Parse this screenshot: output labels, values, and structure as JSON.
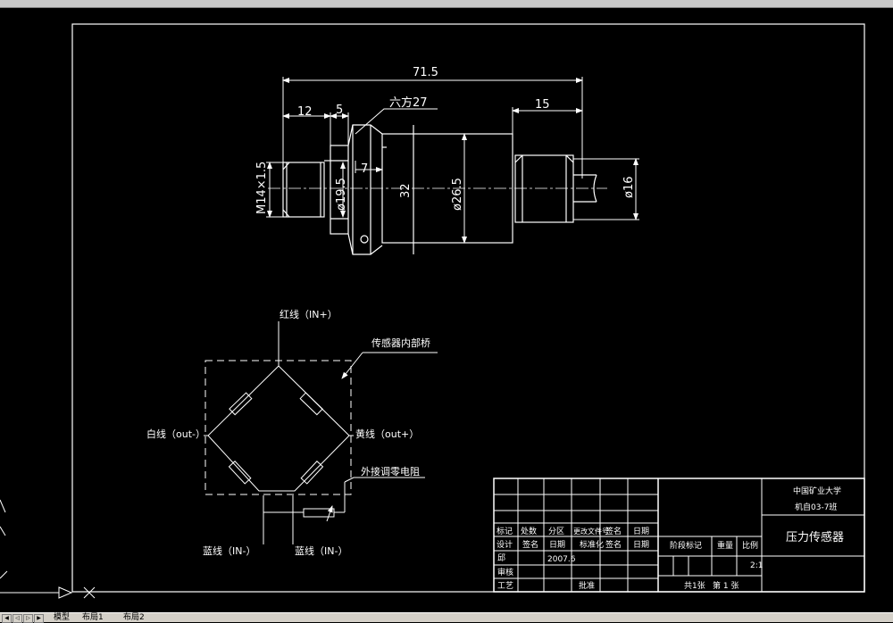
{
  "dimensions": {
    "overall": "71.5",
    "thread_len": "12",
    "hex_len": "5",
    "hex_label": "六方27",
    "right_len": "15",
    "thread_spec": "M14×1.5",
    "dia_19": "ø19.5",
    "seven": "7",
    "body_h": "32",
    "dia_26": "ø26.5",
    "dia_16": "ø16"
  },
  "bridge": {
    "red": "红线（IN+）",
    "inner": "传感器内部桥",
    "white": "白线（out-）",
    "yellow": "黄线（out+）",
    "external": "外接调零电阻",
    "blue_left": "蓝线（IN-）",
    "blue_right": "蓝线（IN-）"
  },
  "title_block": {
    "school": "中国矿业大学",
    "class": "机自03-7班",
    "title": "压力传感器",
    "row_a": [
      "标记",
      "处数",
      "分区",
      "更改文件号",
      "签名",
      "日期"
    ],
    "row_b": [
      "设计",
      "签名",
      "日期",
      "标准化",
      "签名",
      "日期"
    ],
    "checker": "邱",
    "date": "2007.6",
    "review": "审核",
    "process": "工艺",
    "approve": "批准",
    "stage": "阶段标记",
    "weight": "重量",
    "scale_label": "比例",
    "scale": "2:1",
    "sheets": "共1张",
    "sheet": "第 1 张"
  },
  "tabs": {
    "model": "模型",
    "layout1": "布局1",
    "layout2": "布局2"
  }
}
